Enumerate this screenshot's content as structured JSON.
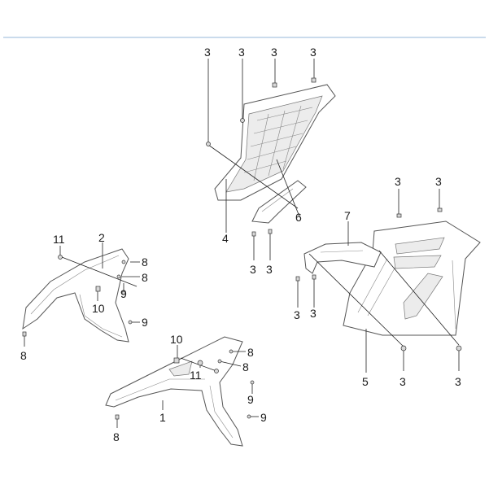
{
  "diagram": {
    "top_rule_color": "#b9cfe6",
    "callouts": {
      "c_bolt_a": "3",
      "c_bolt_b": "3",
      "c_bolt_c": "3",
      "c_bolt_d": "3",
      "c_part4": "4",
      "c_part6": "6",
      "c_bolt_e": "3",
      "c_bolt_f": "3",
      "c_bolt_g": "3",
      "c_bolt_h": "3",
      "c_part7": "7",
      "c_bolt_i": "3",
      "c_bolt_j": "3",
      "c_part5": "5",
      "c_bolt_k": "3",
      "c_bolt_l": "3",
      "c_part11a": "11",
      "c_part2": "2",
      "c_scr8a": "8",
      "c_scr8b": "8",
      "c_clip9a": "9",
      "c_part10a": "10",
      "c_clip9b": "9",
      "c_scr8c": "8",
      "c_part10b": "10",
      "c_part11b": "11",
      "c_scr8d": "8",
      "c_scr8e": "8",
      "c_clip9c": "9",
      "c_clip9d": "9",
      "c_part1": "1",
      "c_scr8f": "8"
    }
  }
}
